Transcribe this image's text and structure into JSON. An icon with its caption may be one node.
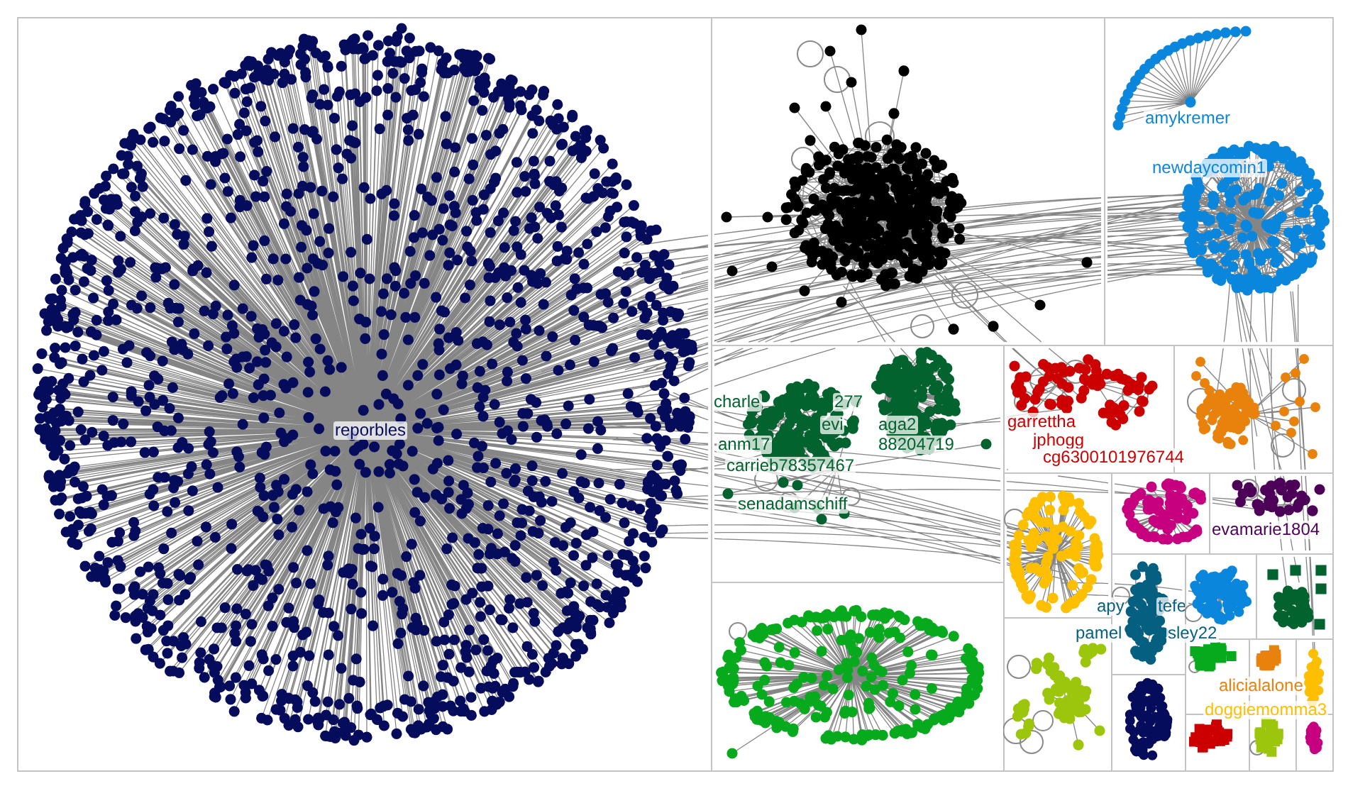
{
  "diagram": {
    "nodes": [
      {
        "text": [
          "reporbles"
        ]
      },
      {
        "text": [],
        "shape": "box"
      },
      {
        "text": [
          "amykremer",
          "newdaycomin1"
        ]
      },
      {
        "text": [
          "charle",
          "277",
          "evi",
          "aga2",
          "anm17",
          "88204719",
          "carrieb78357467",
          "senadamschiff"
        ]
      },
      {
        "text": [
          "garrettha",
          "jphogg"
        ]
      },
      {
        "text": [],
        "shape": "box"
      },
      {
        "text": [],
        "shape": "box"
      },
      {
        "text": [],
        "shape": "box"
      },
      {
        "text": [
          "evamarie1804"
        ]
      },
      {
        "text": [
          "tefe"
        ]
      },
      {
        "text": [],
        "shape": "box"
      },
      {
        "text": [],
        "shape": "box"
      },
      {
        "text": [],
        "shape": "box"
      },
      {
        "text": [],
        "shape": "box"
      },
      {
        "text": [],
        "shape": "box"
      },
      {
        "text": [],
        "shape": "box"
      },
      {
        "text": [],
        "shape": "box"
      },
      {
        "text": [],
        "shape": "box"
      },
      {
        "text": [],
        "shape": "box"
      },
      {
        "text": [],
        "shape": "box"
      },
      {
        "text": [],
        "shape": "box"
      }
    ],
    "labels": [
      "cg6300101976744",
      "apy",
      "pamel",
      "sley22",
      "alicialalone",
      "doggiemomma3"
    ]
  }
}
